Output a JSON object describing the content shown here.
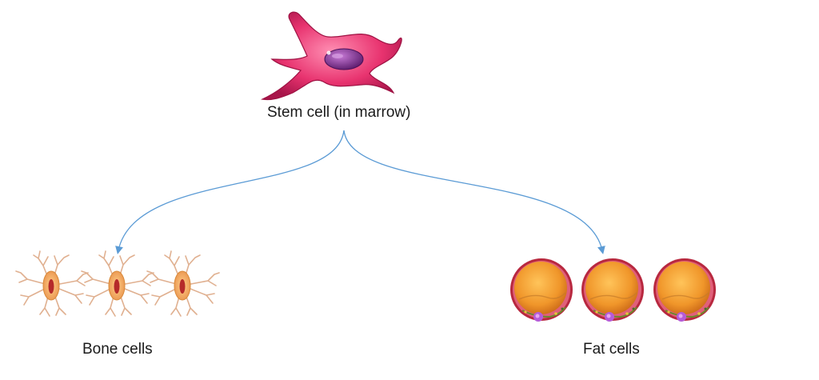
{
  "stem": {
    "label": "Stem cell (in marrow)",
    "icon": "stem-cell-icon"
  },
  "bone": {
    "label": "Bone cells",
    "icon": "bone-cell-icon",
    "count": 3
  },
  "fat": {
    "label": "Fat cells",
    "icon": "fat-cell-icon",
    "count": 3
  },
  "colors": {
    "arrow": "#5b9bd5",
    "stem_body": "#e8336f",
    "stem_nucleus": "#7b2a8c",
    "bone_body": "#f0a868",
    "bone_nucleus": "#c0392b",
    "fat_body": "#f3a33a",
    "fat_rim": "#c0304a",
    "fat_nucleus": "#b55bd8"
  }
}
